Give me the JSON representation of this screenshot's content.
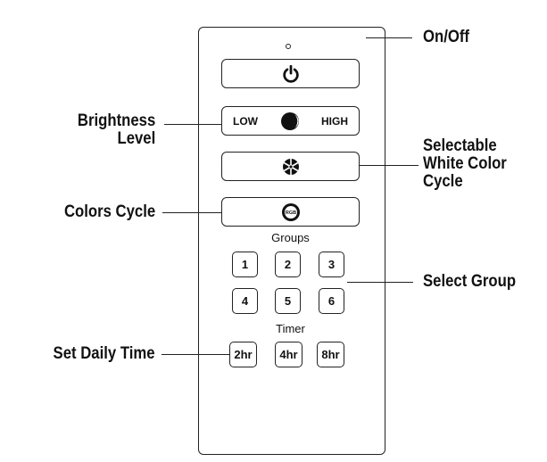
{
  "callouts": {
    "on_off": "On/Off",
    "brightness_line1": "Brightness",
    "brightness_line2": "Level",
    "white_line1": "Selectable",
    "white_line2": "White Color",
    "white_line3": "Cycle",
    "colors_cycle": "Colors Cycle",
    "select_group": "Select Group",
    "set_daily_time": "Set Daily Time"
  },
  "remote": {
    "brightness_low": "LOW",
    "brightness_high": "HIGH",
    "rgb_icon_text": "RGB",
    "groups_label": "Groups",
    "groups": [
      "1",
      "2",
      "3",
      "4",
      "5",
      "6"
    ],
    "timer_label": "Timer",
    "timers": [
      "2hr",
      "4hr",
      "8hr"
    ]
  },
  "icons": {
    "power": "power-icon",
    "brightness": "half-moon-icon",
    "white_cycle": "segmented-circle-icon",
    "rgb": "rgb-circle-icon"
  },
  "colors": {
    "outline": "#222222",
    "text": "#111111",
    "background": "#ffffff"
  }
}
